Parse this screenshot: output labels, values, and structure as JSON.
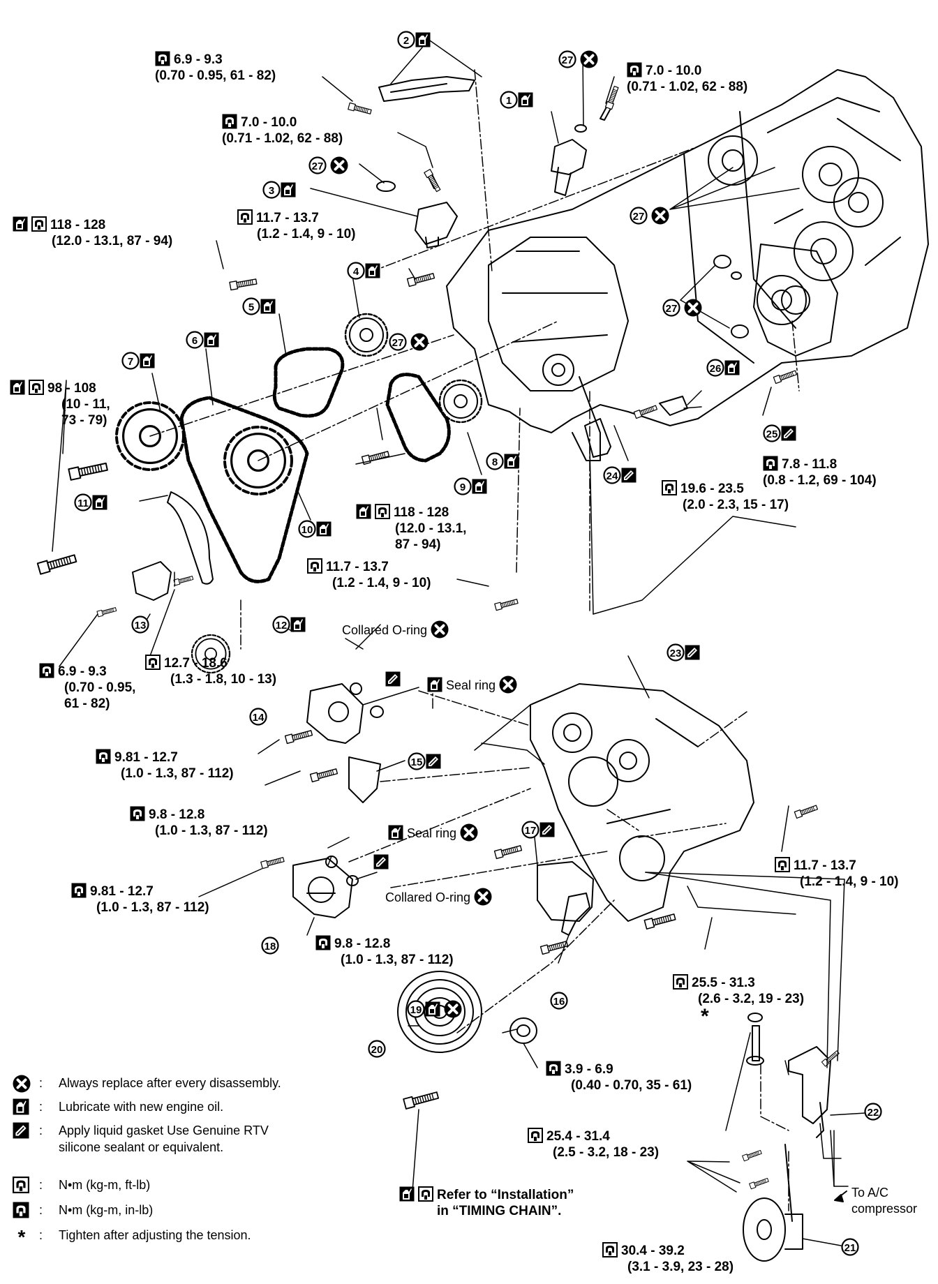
{
  "legend": [
    {
      "symbol": "x-icon",
      "text": "Always replace after every disassembly."
    },
    {
      "symbol": "oil-can-icon",
      "text": "Lubricate with new engine oil."
    },
    {
      "symbol": "gasket-icon",
      "text": "Apply liquid gasket  Use Genuine RTV",
      "text2": "silicone sealant or equivalent."
    },
    {
      "symbol": "torque-nm-ftlb-icon",
      "text": "N•m (kg-m, ft-lb)"
    },
    {
      "symbol": "torque-nm-inlb-icon",
      "text": "N•m (kg-m, in-lb)"
    },
    {
      "symbol": "asterisk",
      "glyph": "*",
      "text": "Tighten after adjusting the tension."
    }
  ],
  "callouts": {
    "c1": {
      "num": "1"
    },
    "c2": {
      "num": "2"
    },
    "c3": {
      "num": "3"
    },
    "c4": {
      "num": "4"
    },
    "c5": {
      "num": "5"
    },
    "c6": {
      "num": "6"
    },
    "c7": {
      "num": "7"
    },
    "c8": {
      "num": "8"
    },
    "c9": {
      "num": "9"
    },
    "c10": {
      "num": "10"
    },
    "c11": {
      "num": "11"
    },
    "c12": {
      "num": "12"
    },
    "c13": {
      "num": "13"
    },
    "c14": {
      "num": "14"
    },
    "c15": {
      "num": "15"
    },
    "c16": {
      "num": "16"
    },
    "c17": {
      "num": "17"
    },
    "c18": {
      "num": "18"
    },
    "c19": {
      "num": "19"
    },
    "c20": {
      "num": "20"
    },
    "c21": {
      "num": "21"
    },
    "c22": {
      "num": "22"
    },
    "c23": {
      "num": "23"
    },
    "c24": {
      "num": "24"
    },
    "c25": {
      "num": "25"
    },
    "c26": {
      "num": "26"
    },
    "c27a": {
      "num": "27"
    },
    "c27b": {
      "num": "27"
    },
    "c27c": {
      "num": "27"
    },
    "c27d": {
      "num": "27"
    },
    "c27e": {
      "num": "27"
    }
  },
  "torque": {
    "t1": {
      "l1": "6.9 - 9.3",
      "l2": "(0.70 - 0.95, 61 - 82)"
    },
    "t2": {
      "l1": "7.0 - 10.0",
      "l2": "(0.71 - 1.02, 62 - 88)"
    },
    "t3": {
      "l1": "7.0 - 10.0",
      "l2": "(0.71 - 1.02, 62 - 88)"
    },
    "t4": {
      "l1": "118 - 128",
      "l2": "(12.0 - 13.1, 87 - 94)"
    },
    "t5": {
      "l1": "11.7 - 13.7",
      "l2": "(1.2 - 1.4, 9 - 10)"
    },
    "t6": {
      "l1": "98 - 108",
      "l2": "(10 - 11,",
      "l3": "73 - 79)"
    },
    "t7": {
      "l1": "7.8 - 11.8",
      "l2": "(0.8 - 1.2, 69 - 104)"
    },
    "t8": {
      "l1": "19.6 - 23.5",
      "l2": "(2.0 - 2.3, 15 - 17)"
    },
    "t9": {
      "l1": "118 - 128",
      "l2": "(12.0 - 13.1,",
      "l3": "87 - 94)"
    },
    "t10": {
      "l1": "11.7 - 13.7",
      "l2": "(1.2 - 1.4, 9 - 10)"
    },
    "t11": {
      "l1": "6.9 - 9.3",
      "l2": "(0.70 - 0.95,",
      "l3": "61 - 82)"
    },
    "t12": {
      "l1": "12.7 - 18.6",
      "l2": "(1.3 - 1.8, 10 - 13)"
    },
    "t13": {
      "l1": "9.81 - 12.7",
      "l2": "(1.0 - 1.3, 87 - 112)"
    },
    "t14": {
      "l1": "9.8 - 12.8",
      "l2": "(1.0 - 1.3, 87 - 112)"
    },
    "t15": {
      "l1": "9.81 - 12.7",
      "l2": "(1.0 - 1.3, 87 - 112)"
    },
    "t16": {
      "l1": "9.8 - 12.8",
      "l2": "(1.0 - 1.3, 87 - 112)"
    },
    "t17": {
      "l1": "11.7 - 13.7",
      "l2": "(1.2 - 1.4, 9 - 10)"
    },
    "t18": {
      "l1": "25.5 - 31.3",
      "l2": "(2.6 - 3.2, 19 - 23)"
    },
    "t19": {
      "l1": "3.9 - 6.9",
      "l2": "(0.40 - 0.70, 35 - 61)"
    },
    "t20": {
      "l1": "25.4 - 31.4",
      "l2": "(2.5 - 3.2, 18 - 23)"
    },
    "t21": {
      "l1": "30.4 - 39.2",
      "l2": "(3.1 - 3.9, 23 - 28)"
    }
  },
  "notes": {
    "collared_oring_1": "Collared O-ring",
    "collared_oring_2": "Collared O-ring",
    "seal_ring_1": "Seal ring",
    "seal_ring_2": "Seal ring",
    "refer_l1": "Refer to “Installation”",
    "refer_l2": "in “TIMING CHAIN”.",
    "to_ac_l1": "To A/C",
    "to_ac_l2": "compressor",
    "asterisk": "*"
  }
}
